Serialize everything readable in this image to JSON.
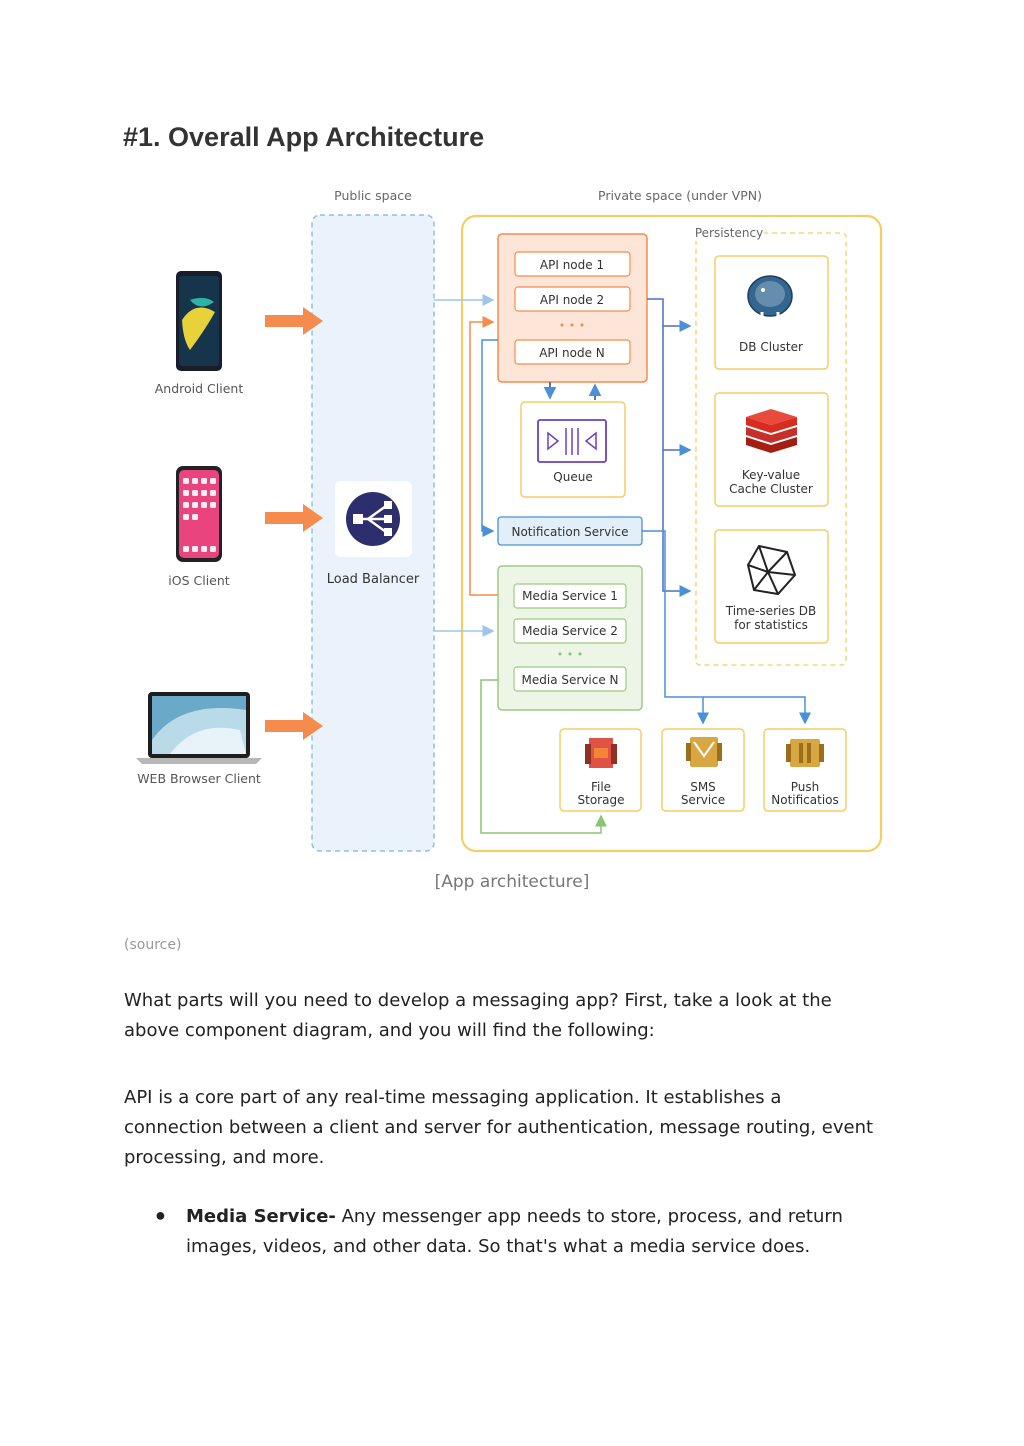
{
  "heading": "#1. Overall App Architecture",
  "diagram": {
    "public_label": "Public space",
    "private_label": "Private space (under VPN)",
    "persistency_label": "Persistency",
    "clients": [
      "Android Client",
      "iOS Client",
      "WEB Browser Client"
    ],
    "load_balancer": "Load Balancer",
    "api_nodes": [
      "API node 1",
      "API node 2",
      "API node N"
    ],
    "queue": "Queue",
    "notification_service": "Notification Service",
    "media_services": [
      "Media Service 1",
      "Media Service 2",
      "Media Service N"
    ],
    "db_cluster": "DB Cluster",
    "kv_cache": [
      "Key-value",
      "Cache Cluster"
    ],
    "timeseries": [
      "Time-series DB",
      "for statistics"
    ],
    "file_storage": [
      "File",
      "Storage"
    ],
    "sms_service": [
      "SMS",
      "Service"
    ],
    "push": [
      "Push",
      "Notificatios"
    ],
    "dots": "• • •",
    "colors": {
      "orange": "#f58b4c",
      "public_fill": "#eaf3fb",
      "public_border": "#8fbfe0",
      "private_border": "#f3cf63",
      "api_fill": "#fde6d8",
      "green_fill": "#edf5e6",
      "green_border": "#9dcb82",
      "blue_arrow": "#4a90d9",
      "lb_icon": "#2d2e6e"
    }
  },
  "caption": "[App architecture]",
  "source": "(source)",
  "para1": "What parts will you need to develop a messaging app? First, take a look at the above component diagram, and you will find the following:",
  "para2": "API is a core part of any real-time messaging application. It establishes a connection between a client and server for authentication, message routing, event processing, and more.",
  "bullet_mark": "●",
  "bullet": {
    "term": "Media Service-",
    "text": " Any messenger app needs to store, process, and return images, videos, and other data.  So that's what a media service does."
  }
}
